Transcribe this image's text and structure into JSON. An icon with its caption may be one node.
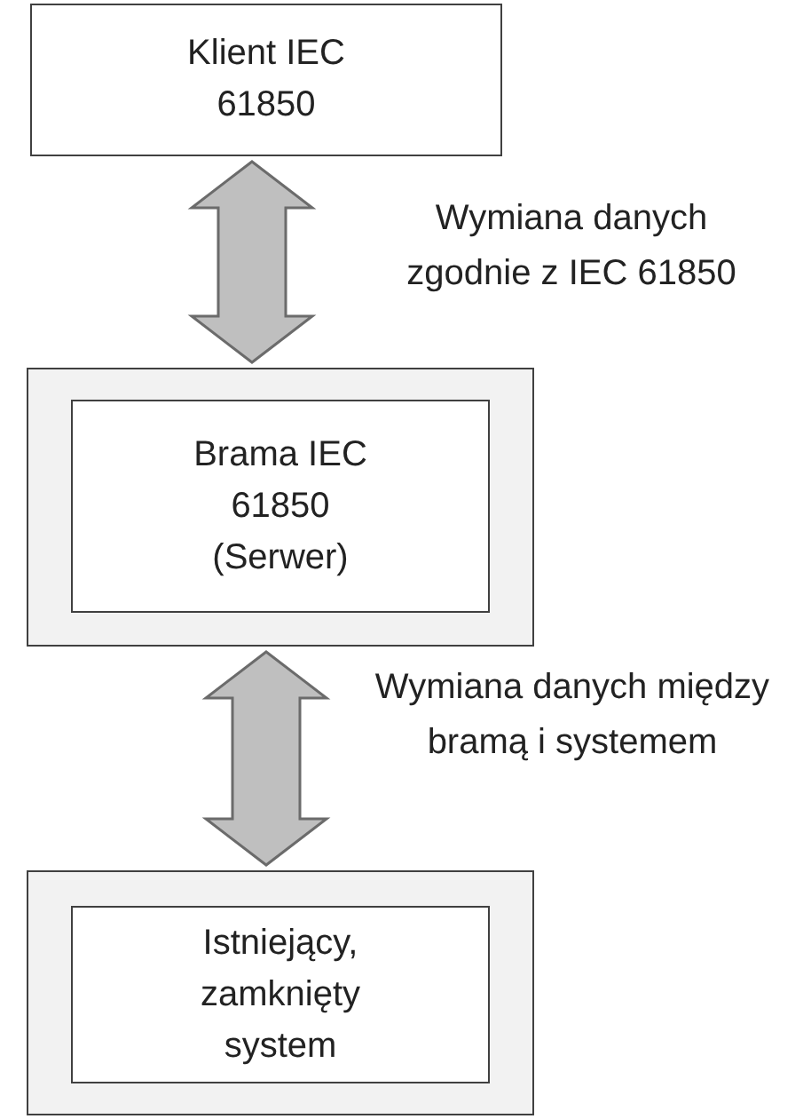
{
  "diagram": {
    "nodes": [
      {
        "text": [
          "Klient IEC 61850"
        ]
      },
      {
        "text": [],
        "shape": "box"
      },
      {
        "text": [
          "Brama IEC 61850 (Serwer)"
        ],
        "in": 1
      },
      {
        "text": [],
        "shape": "box"
      },
      {
        "text": [
          "Istniejący, zamknięty system"
        ],
        "in": 3
      }
    ],
    "edges": [
      {
        "from": 0,
        "to": 1,
        "arrow": "both",
        "label": "Wymiana danych zgodnie z IEC 61850"
      },
      {
        "from": 1,
        "to": 3,
        "arrow": "both",
        "label": "Wymiana danych między bramą i systemem"
      }
    ]
  }
}
